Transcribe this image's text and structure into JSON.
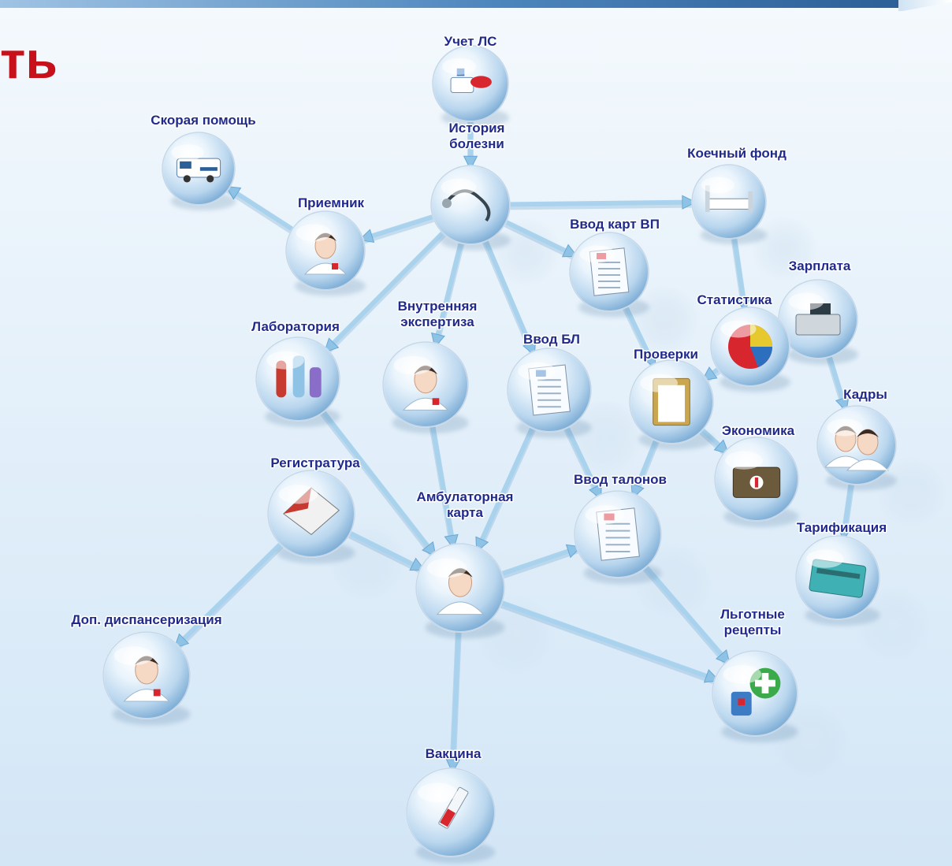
{
  "title_fragment": "ть",
  "colors": {
    "title": "#c8101a",
    "label": "#1f2a8c",
    "edge": "#a8d2ee",
    "background": "#e4f0fa",
    "top_bar": "#4d86bd"
  },
  "nodes": [
    {
      "id": "uchet-ls",
      "label": [
        "Учет ЛС"
      ],
      "icon": "medicine-pack-icon"
    },
    {
      "id": "skoraya",
      "label": [
        "Скорая помощь"
      ],
      "icon": "ambulance-icon"
    },
    {
      "id": "istoriya",
      "label": [
        "История",
        "болезни"
      ],
      "icon": "stethoscope-icon"
    },
    {
      "id": "koechny",
      "label": [
        "Коечный фонд"
      ],
      "icon": "hospital-bed-icon"
    },
    {
      "id": "priemnik",
      "label": [
        "Приемник"
      ],
      "icon": "nurse-icon"
    },
    {
      "id": "vvod-kart",
      "label": [
        "Ввод карт ВП"
      ],
      "icon": "medical-card-icon"
    },
    {
      "id": "zarplata",
      "label": [
        "Зарплата"
      ],
      "icon": "cash-register-icon"
    },
    {
      "id": "statistika",
      "label": [
        "Статистика"
      ],
      "icon": "pie-chart-icon"
    },
    {
      "id": "laboratoriya",
      "label": [
        "Лаборатория"
      ],
      "icon": "test-tubes-icon"
    },
    {
      "id": "vnutrennyaya",
      "label": [
        "Внутренняя",
        "экспертиза"
      ],
      "icon": "doctor-icon"
    },
    {
      "id": "vvod-bl",
      "label": [
        "Ввод БЛ"
      ],
      "icon": "sick-leave-form-icon"
    },
    {
      "id": "proverki",
      "label": [
        "Проверки"
      ],
      "icon": "clipboard-icon"
    },
    {
      "id": "kadry",
      "label": [
        "Кадры"
      ],
      "icon": "staff-people-icon"
    },
    {
      "id": "ekonomika",
      "label": [
        "Экономика"
      ],
      "icon": "briefcase-icon"
    },
    {
      "id": "registratura",
      "label": [
        "Регистратура"
      ],
      "icon": "register-book-icon"
    },
    {
      "id": "vvod-talonov",
      "label": [
        "Ввод талонов"
      ],
      "icon": "coupon-document-icon"
    },
    {
      "id": "tarifikaciya",
      "label": [
        "Тарификация"
      ],
      "icon": "billing-card-icon"
    },
    {
      "id": "ambulatornaya",
      "label": [
        "Амбулаторная",
        "карта"
      ],
      "icon": "physician-icon"
    },
    {
      "id": "dop-disp",
      "label": [
        "Доп. диспансеризация"
      ],
      "icon": "patient-bandage-icon"
    },
    {
      "id": "lgotnye",
      "label": [
        "Льготные",
        "рецепты"
      ],
      "icon": "pharmacy-cross-icon"
    },
    {
      "id": "vakcina",
      "label": [
        "Вакцина"
      ],
      "icon": "syringe-icon"
    }
  ],
  "edges": [
    [
      "uchet-ls",
      "istoriya"
    ],
    [
      "istoriya",
      "koechny"
    ],
    [
      "istoriya",
      "priemnik"
    ],
    [
      "istoriya",
      "vvod-kart"
    ],
    [
      "istoriya",
      "laboratoriya"
    ],
    [
      "istoriya",
      "vnutrennyaya"
    ],
    [
      "istoriya",
      "vvod-bl"
    ],
    [
      "priemnik",
      "skoraya"
    ],
    [
      "koechny",
      "statistika"
    ],
    [
      "vvod-kart",
      "proverki"
    ],
    [
      "zarplata",
      "kadry"
    ],
    [
      "kadry",
      "tarifikaciya"
    ],
    [
      "statistika",
      "proverki"
    ],
    [
      "proverki",
      "ekonomika"
    ],
    [
      "proverki",
      "vvod-talonov"
    ],
    [
      "vvod-bl",
      "vvod-talonov"
    ],
    [
      "vvod-bl",
      "ambulatornaya"
    ],
    [
      "vnutrennyaya",
      "ambulatornaya"
    ],
    [
      "laboratoriya",
      "ambulatornaya"
    ],
    [
      "registratura",
      "ambulatornaya"
    ],
    [
      "registratura",
      "dop-disp"
    ],
    [
      "ambulatornaya",
      "vvod-talonov"
    ],
    [
      "ambulatornaya",
      "lgotnye"
    ],
    [
      "ambulatornaya",
      "vakcina"
    ],
    [
      "vvod-talonov",
      "lgotnye"
    ]
  ]
}
